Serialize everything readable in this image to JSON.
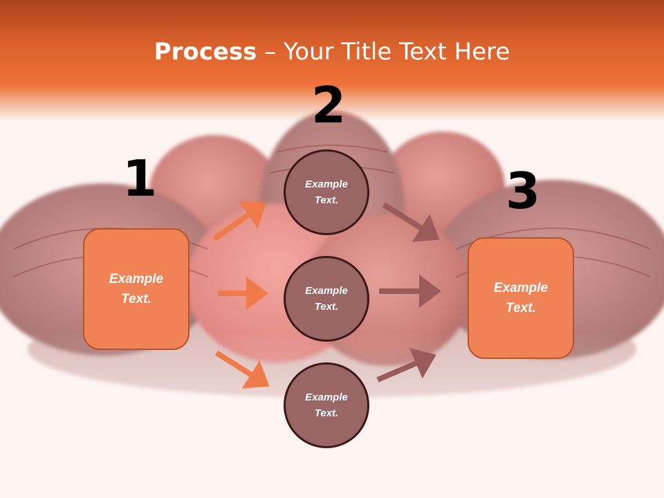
{
  "title": {
    "bold": "Process",
    "separator": " – ",
    "rest": "Your Title Text Here"
  },
  "steps": [
    {
      "number": "1",
      "box_text": "Example Text."
    },
    {
      "number": "2",
      "circles": [
        "Example Text.",
        "Example Text.",
        "Example Text."
      ]
    },
    {
      "number": "3",
      "box_text": "Example Text."
    }
  ],
  "colors": {
    "title_band": "#e2692f",
    "box_fill": "#ef8355",
    "circle_fill": "#9a6565",
    "arrow_in": "#ef7a4a",
    "arrow_out": "#9c5b5b"
  }
}
